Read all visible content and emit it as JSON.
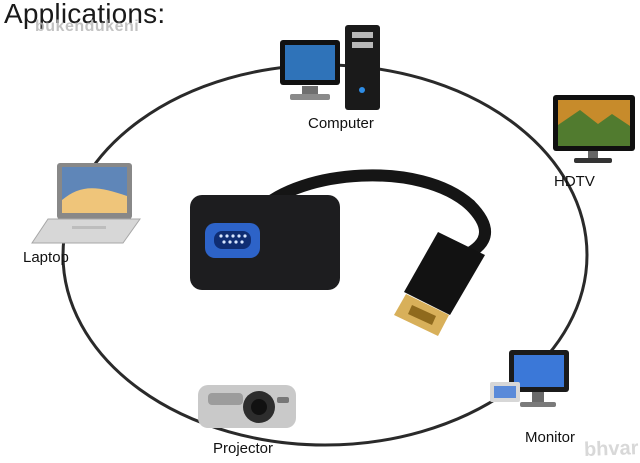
{
  "title": "Applications:",
  "watermarks": {
    "top": "bukendukeni",
    "bottom": "bhvar"
  },
  "devices": [
    {
      "label": "Computer",
      "icon": "desktop-computer-icon"
    },
    {
      "label": "HDTV",
      "icon": "hdtv-icon"
    },
    {
      "label": "Laptop",
      "icon": "laptop-icon"
    },
    {
      "label": "Projector",
      "icon": "projector-icon"
    },
    {
      "label": "Monitor",
      "icon": "monitor-icon"
    }
  ],
  "center_product": {
    "icon": "hdmi-to-vga-adapter-icon"
  },
  "colors": {
    "ring": "#2a2a2a",
    "adapter_body": "#1d1d1f",
    "vga_port": "#2d63c8",
    "hdmi_plug": "#d8b05a"
  }
}
